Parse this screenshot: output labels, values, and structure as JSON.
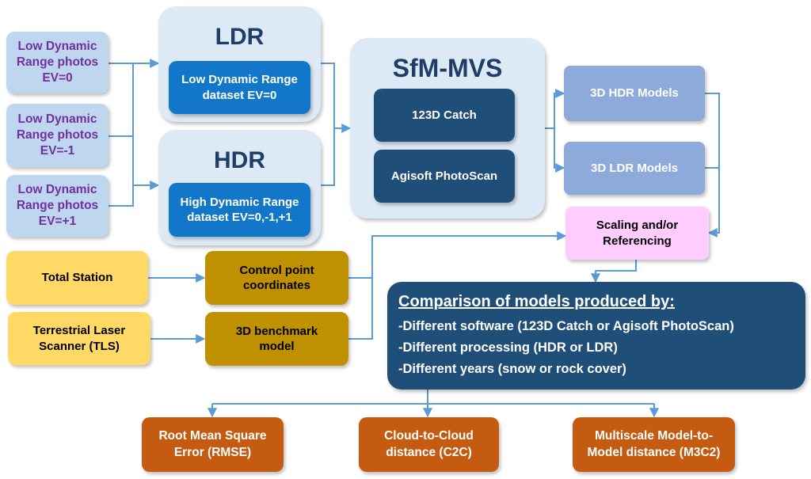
{
  "photos": [
    "Low Dynamic\nRange photos\nEV=0",
    "Low Dynamic\nRange photos\nEV=-1",
    "Low Dynamic\nRange photos\nEV=+1"
  ],
  "ldr": {
    "title": "LDR",
    "dataset": "Low Dynamic Range\ndataset EV=0"
  },
  "hdr": {
    "title": "HDR",
    "dataset": "High Dynamic Range\ndataset EV=0,-1,+1"
  },
  "sfm": {
    "title": "SfM-MVS",
    "software": [
      "123D Catch",
      "Agisoft PhotoScan"
    ]
  },
  "models": {
    "hdr": "3D HDR Models",
    "ldr": "3D LDR Models"
  },
  "scaling": "Scaling and/or\nReferencing",
  "survey": {
    "total_station": "Total Station",
    "tls": "Terrestrial Laser\nScanner (TLS)",
    "control_points": "Control point\ncoordinates",
    "benchmark": "3D benchmark\nmodel"
  },
  "comparison": {
    "title": "Comparison of models produced by:",
    "items": [
      "-Different software (123D Catch or Agisoft PhotoScan)",
      "-Different processing (HDR or LDR)",
      "-Different years (snow or rock cover)"
    ]
  },
  "metrics": [
    "Root Mean Square\nError (RMSE)",
    "Cloud-to-Cloud\ndistance (C2C)",
    "Multiscale Model-to-\nModel distance (M3C2)"
  ],
  "colors": {
    "connector": "#5b9bd5",
    "photo_fill": "#bfd7ee",
    "photo_text": "#7030a0",
    "dataset_fill": "#1277c8",
    "software_fill": "#1f4e79",
    "model_fill": "#8eaadb",
    "scaling_fill": "#ffccff",
    "survey_fill": "#ffd966",
    "product_fill": "#bf9000",
    "metric_fill": "#c55a11"
  }
}
